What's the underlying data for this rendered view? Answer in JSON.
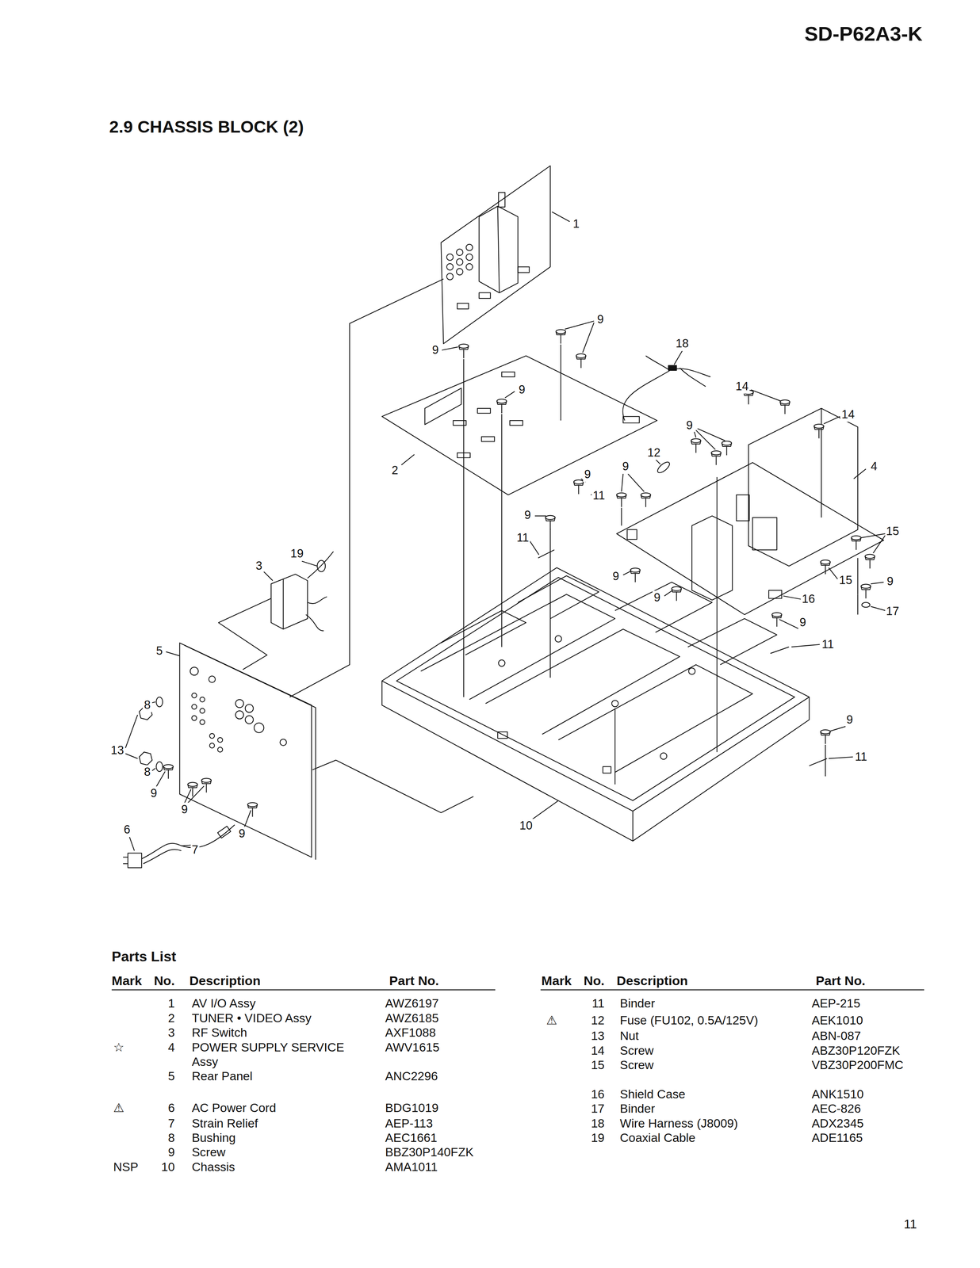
{
  "diagram": {
    "title": "2.9 CHASSIS BLOCK (2)",
    "labels": [
      "SD-P62A3-K",
      "1",
      "9",
      "9",
      "18",
      "9",
      "14",
      "14",
      "9",
      "2",
      "4",
      "12",
      "9",
      "9",
      "11",
      "9",
      "11",
      "15",
      "19",
      "3",
      "15",
      "9",
      "9",
      "9",
      "16",
      "17",
      "9",
      "11",
      "5",
      "8",
      "9",
      "11",
      "13",
      "8",
      "9",
      "9",
      "9",
      "10",
      "6",
      "7",
      "Parts List",
      "Mark",
      "No.",
      "Description",
      "Part No.",
      "Mark",
      "No.",
      "Description",
      "Part No.",
      "1",
      "AV I/O Assy",
      "AWZ6197",
      "2",
      "TUNER • VIDEO Assy",
      "AWZ6185",
      "3",
      "RF Switch",
      "AXF1088",
      "☆",
      "4",
      "POWER SUPPLY SERVICE Assy",
      "AWV1615",
      "5",
      "Rear Panel",
      "ANC2296",
      "⚠",
      "6",
      "AC Power Cord",
      "BDG1019",
      "7",
      "Strain Relief",
      "AEP-113",
      "8",
      "Bushing",
      "AEC1661",
      "9",
      "Screw",
      "BBZ30P140FZK",
      "NSP",
      "10",
      "Chassis",
      "AMA1011",
      "11",
      "Binder",
      "AEP-215",
      "⚠",
      "12",
      "Fuse (FU102, 0.5A/125V)",
      "AEK1010",
      "13",
      "Nut",
      "ABN-087",
      "14",
      "Screw",
      "ABZ30P120FZK",
      "15",
      "Screw",
      "VBZ30P200FMC",
      "16",
      "Shield Case",
      "ANK1510",
      "17",
      "Binder",
      "AEC-826",
      "18",
      "Wire Harness (J8009)",
      "ADX2345",
      "19",
      "Coaxial Cable",
      "ADE1165",
      "11"
    ]
  }
}
